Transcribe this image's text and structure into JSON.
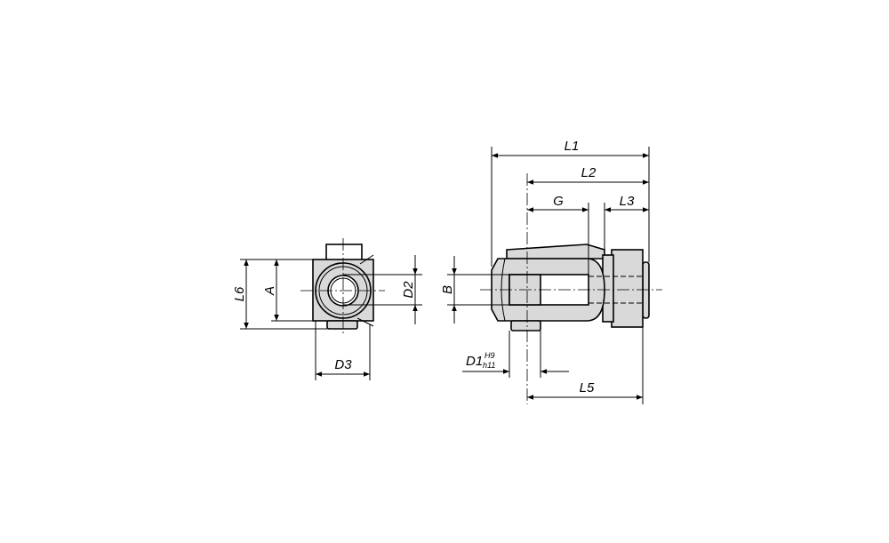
{
  "labels": {
    "L1": "L1",
    "L2": "L2",
    "L3": "L3",
    "G": "G",
    "L5": "L5",
    "L6": "L6",
    "A": "A",
    "D2": "D2",
    "D3": "D3",
    "B": "B",
    "D1": "D1",
    "D1_upper_tol": "H9",
    "D1_lower_tol": "h11"
  },
  "colors": {
    "part_fill": "#d9d9d9",
    "line": "#000000"
  }
}
